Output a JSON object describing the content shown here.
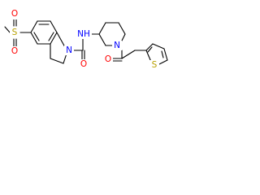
{
  "molecule": {
    "atom_labels": {
      "o1": "O",
      "s1": "S",
      "o2": "O",
      "n_indoline": "N",
      "nh": "NH",
      "o_carbonyl_urea": "O",
      "n_piperidine": "N",
      "o_carbonyl_amide": "O",
      "s_thiophene": "S"
    },
    "colors": {
      "bond": "#000000",
      "oxygen": "#ff0000",
      "nitrogen": "#0000ff",
      "sulfur": "#b8a000"
    }
  }
}
